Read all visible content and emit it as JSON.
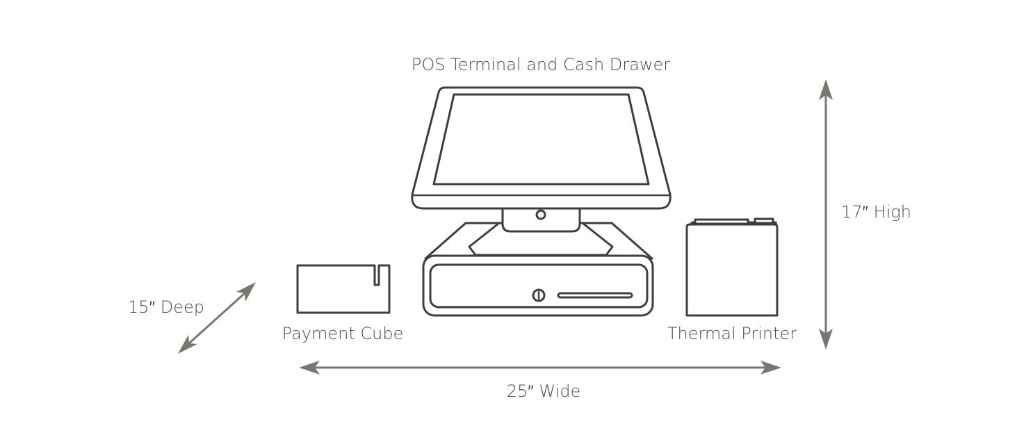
{
  "labels": {
    "terminal": "POS Terminal and Cash Drawer",
    "payment_cube": "Payment Cube",
    "thermal_printer": "Thermal Printer",
    "height": "17″ High",
    "width": "25″ Wide",
    "depth": "15″ Deep"
  },
  "colors": {
    "outline": "#3e3e3e",
    "dimension": "#7a766f",
    "text": "#4a4a4a"
  }
}
